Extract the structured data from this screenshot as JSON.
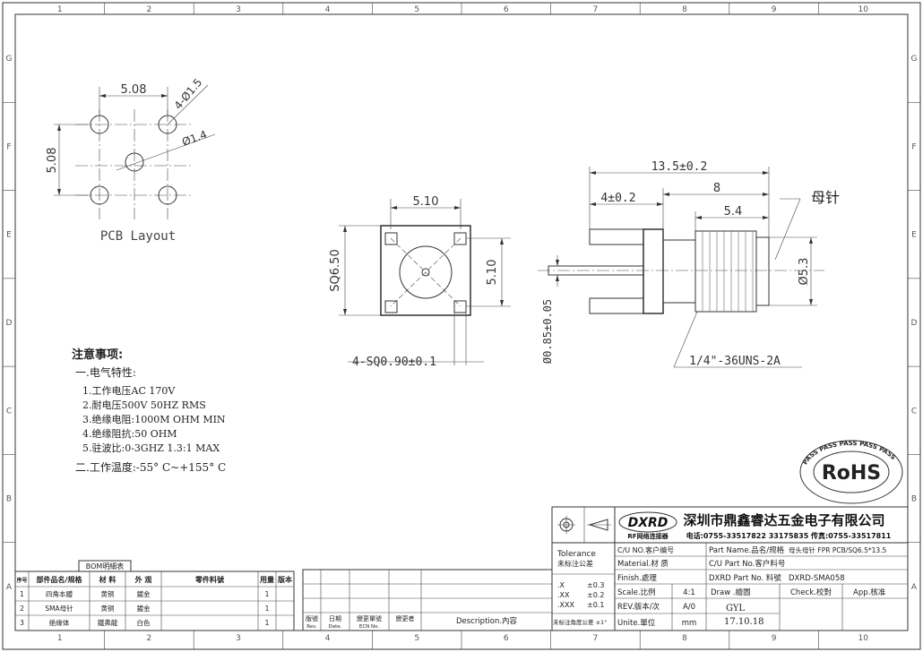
{
  "frame": {
    "col_labels": [
      "1",
      "2",
      "3",
      "4",
      "5",
      "6",
      "7",
      "8",
      "9",
      "10"
    ],
    "row_labels": [
      "G",
      "F",
      "E",
      "D",
      "C",
      "B",
      "A"
    ]
  },
  "pcb": {
    "dim_h": "5.08",
    "dim_v": "5.08",
    "hole4": "4-Ø1.5",
    "hole1": "Ø1.4",
    "label": "PCB Layout"
  },
  "front": {
    "dim_top": "5.10",
    "dim_left": "SQ6.50",
    "dim_right": "5.10",
    "dim_bottom": "4-SQ0.90±0.1"
  },
  "side": {
    "dim_overall": "13.5±0.2",
    "dim_a": "4±0.2",
    "dim_b": "8",
    "dim_c": "5.4",
    "dim_dia": "Ø5.3",
    "dim_pin": "Ø0.85±0.05",
    "thread": "1/4\"-36UNS-2A",
    "callout": "母针"
  },
  "notes": {
    "title": "注意事项:",
    "lines": [
      "一.电气特性:",
      "1.工作电压AC 170V",
      "2.耐电压500V 50HZ RMS",
      "3.绝缘电阻:1000M OHM MIN",
      "4.绝缘阻抗:50 OHM",
      "5.驻波比:0-3GHZ   1.3:1 MAX",
      "二.工作温度:-55° C~+155° C"
    ]
  },
  "rohs": {
    "text": "RoHS",
    "ring": "PASS PASS PASS PASS PASS"
  },
  "title_block": {
    "logo": "DXRD",
    "logo_sub": "RF网络连接器",
    "company": "深圳市鼎鑫睿达五金电子有限公司",
    "phone": "电话:0755-33517822  33175835  传真:0755-33517811",
    "tolerance_label": "Tolerance",
    "tolerance_cn": "未标注公差",
    "tol_rows": [
      {
        "k": ".X",
        "v": "±0.3"
      },
      {
        "k": ".XX",
        "v": "±0.2"
      },
      {
        "k": ".XXX",
        "v": "±0.1"
      }
    ],
    "angle_note": "未标注角度公差 ±1°",
    "cu_no": "C/U NO.客户编号",
    "part_name_label": "Part Name.品名/规格",
    "part_name_value": "母头母针 FPR PCB/SQ6.5*13.5",
    "material_label": "Material.材 质",
    "cu_part_label": "C/U Part No.客户料号",
    "finish_label": "Finish.處理",
    "dxrd_part_label": "DXRD Part No. 料號",
    "dxrd_part_value": "DXRD-SMA058",
    "scale_label": "Scale.比例",
    "scale_value": "4:1",
    "draw_label": "Draw .繪圖",
    "check_label": "Check.校對",
    "app_label": "App.核准",
    "rev_label": "REV.版本/次",
    "rev_value": "A/0",
    "drawer": "GYL",
    "unit_label": "Unite.單位",
    "unit_value": "mm",
    "date": "17.10.18"
  },
  "bom": {
    "title": "BOM明細表",
    "headers": [
      "序号",
      "部件品名/规格",
      "材 料",
      "外 观",
      "零件料號",
      "用量",
      "版本"
    ],
    "rows": [
      [
        "1",
        "四角本體",
        "黄铜",
        "鍍金",
        "",
        "1",
        ""
      ],
      [
        "2",
        "SMA母针",
        "黄铜",
        "鍍金",
        "",
        "1",
        ""
      ],
      [
        "3",
        "绝缘体",
        "鐵弗龍",
        "白色",
        "",
        "1",
        ""
      ]
    ]
  },
  "revision": {
    "headers": [
      "版號",
      "日期",
      "變更單號",
      "變更者",
      "Description.內容"
    ],
    "subheaders": [
      "Rev.",
      "Date.",
      "ECN No."
    ]
  }
}
